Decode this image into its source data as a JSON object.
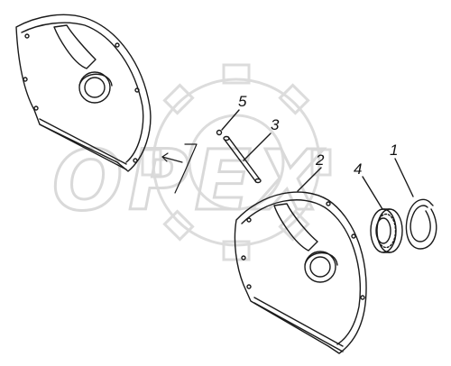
{
  "watermark": {
    "text": "OPEX",
    "color": "#d9d9d9"
  },
  "ink_color": "#1a1a1a",
  "callouts": [
    {
      "id": "1",
      "label": "1"
    },
    {
      "id": "2",
      "label": "2"
    },
    {
      "id": "3",
      "label": "3"
    },
    {
      "id": "4",
      "label": "4"
    },
    {
      "id": "5",
      "label": "5"
    }
  ]
}
